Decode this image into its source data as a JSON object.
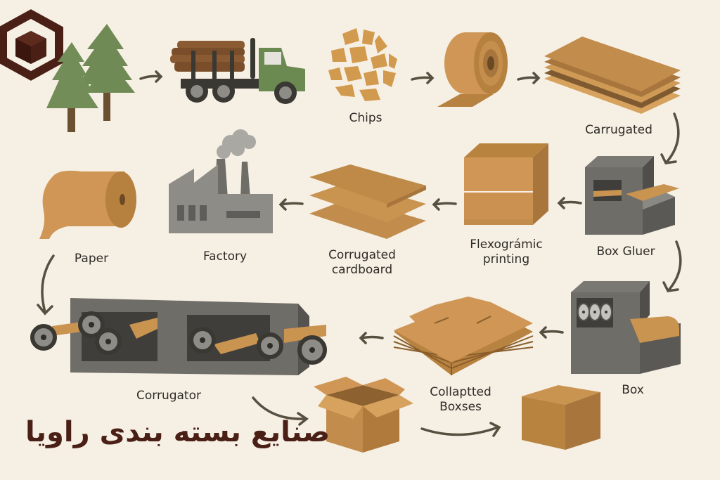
{
  "logo": {
    "icon": "hexagon-cube-logo",
    "color": "#4a1f16"
  },
  "title": "صنایع بسته بندی راویا",
  "colors": {
    "background": "#f6efe4",
    "cardboard": "#c99350",
    "cardboard_dark": "#a8763d",
    "machine_gray": "#6f6d68",
    "machine_dark": "#4b4a46",
    "tree_green": "#6f8a55",
    "truck_green": "#6b8a52",
    "arrow": "#55503f",
    "title": "#4a1f16"
  },
  "stages": [
    {
      "id": "trees",
      "label": "",
      "icon": "pine-trees-icon"
    },
    {
      "id": "truck",
      "label": "",
      "icon": "log-truck-icon"
    },
    {
      "id": "chips",
      "label": "Chips",
      "icon": "wood-chips-icon"
    },
    {
      "id": "roll",
      "label": "",
      "icon": "paper-roll-icon"
    },
    {
      "id": "carrugated",
      "label": "Carrugated",
      "icon": "corrugated-sheets-icon"
    },
    {
      "id": "box-gluer",
      "label": "Box Gluer",
      "icon": "box-gluer-machine-icon"
    },
    {
      "id": "flexo",
      "label": "Flexográmic\nprinting",
      "icon": "stacked-board-icon"
    },
    {
      "id": "corrugated-cardboard",
      "label": "Corrugated\ncardboard",
      "icon": "cardboard-sheets-icon"
    },
    {
      "id": "factory",
      "label": "Factory",
      "icon": "factory-icon"
    },
    {
      "id": "paper",
      "label": "Paper",
      "icon": "paper-roll-unrolled-icon"
    },
    {
      "id": "corrugator",
      "label": "Corrugator",
      "icon": "corrugator-machine-icon"
    },
    {
      "id": "box",
      "label": "Box",
      "icon": "box-machine-icon"
    },
    {
      "id": "collapsed",
      "label": "Collaptted\nBoxses",
      "icon": "flat-boxes-stack-icon"
    },
    {
      "id": "open-box",
      "label": "",
      "icon": "open-box-icon"
    },
    {
      "id": "closed-box",
      "label": "",
      "icon": "closed-box-icon"
    }
  ]
}
